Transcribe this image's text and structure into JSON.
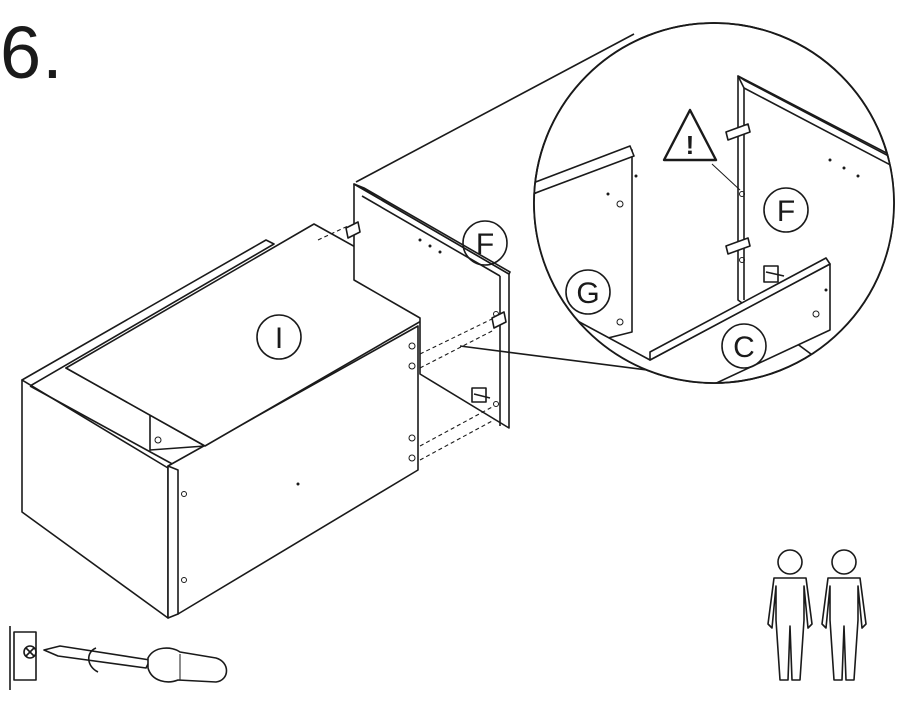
{
  "step": {
    "number": "6."
  },
  "parts": {
    "top_panel": "I",
    "side_panel_main": "F",
    "side_panel_zoom": "F",
    "panel_g": "G",
    "panel_c": "C"
  },
  "warning_mark": "!",
  "icons": {
    "screwdriver": "screwdriver-icon",
    "warning": "warning-triangle-icon",
    "people": "two-person-icon"
  }
}
